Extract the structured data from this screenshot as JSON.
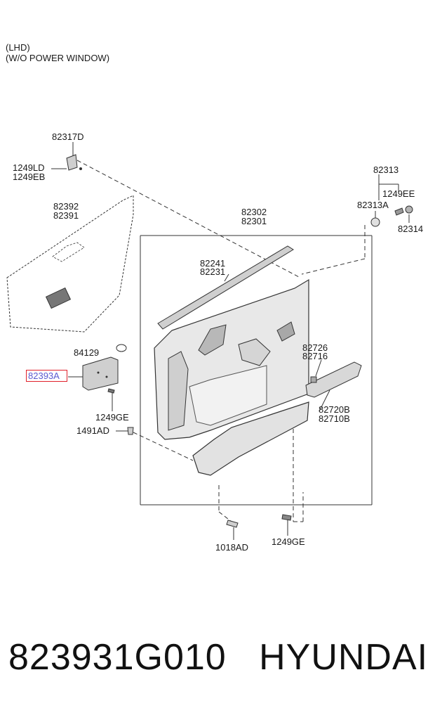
{
  "notes": [
    "(LHD)",
    "(W/O POWER WINDOW)"
  ],
  "labels": {
    "l82317D": "82317D",
    "l1249LD": "1249LD",
    "l1249EB": "1249EB",
    "l82392": "82392",
    "l82391": "82391",
    "l82302": "82302",
    "l82301": "82301",
    "l82313": "82313",
    "l1249EE": "1249EE",
    "l82313A": "82313A",
    "l82314": "82314",
    "l82241": "82241",
    "l82231": "82231",
    "l84129": "84129",
    "l82393A": "82393A",
    "l1249GE_a": "1249GE",
    "l1491AD": "1491AD",
    "l82726": "82726",
    "l82716": "82716",
    "l82720B": "82720B",
    "l82710B": "82710B",
    "l1018AD": "1018AD",
    "l1249GE_b": "1249GE"
  },
  "footer": {
    "part_number": "823931G010",
    "brand": "HYUNDAI"
  },
  "colors": {
    "highlight_border": "#e0202a",
    "highlight_text": "#5a5ad0",
    "line": "#333333"
  }
}
